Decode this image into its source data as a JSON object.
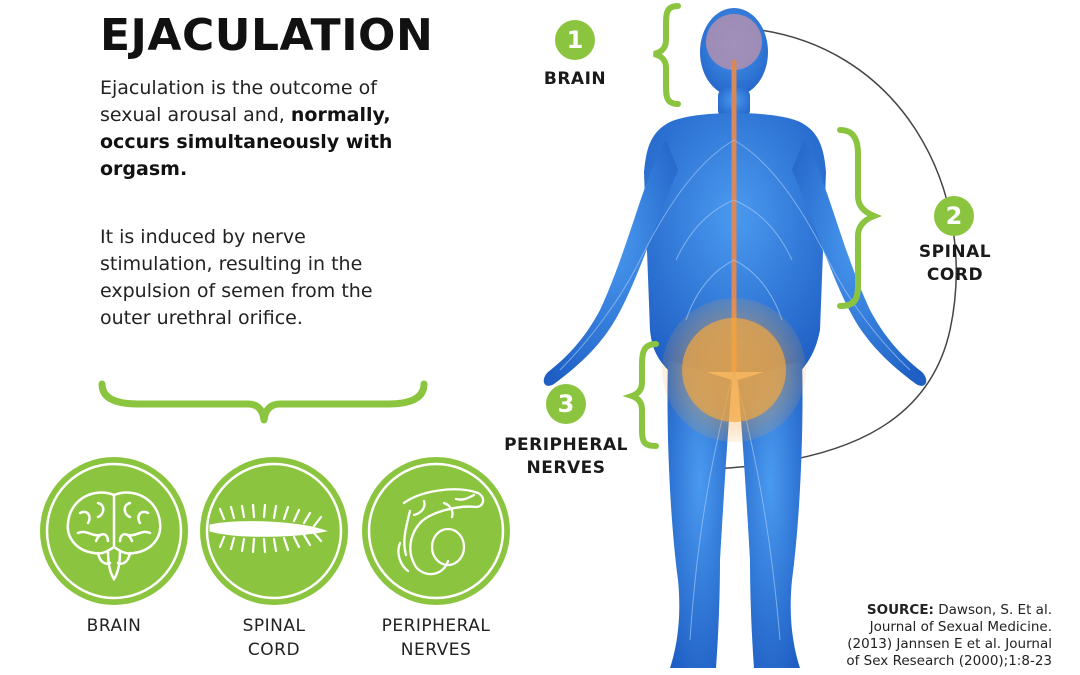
{
  "title": "EJACULATION",
  "intro": {
    "plain": "Ejaculation is the outcome of sexual arousal and,",
    "bold": "normally, occurs simultaneously with orgasm."
  },
  "detail": "It is induced by nerve stimulation, resulting in the expulsion of semen from the outer urethral orifice.",
  "circles": [
    {
      "label_line1": "BRAIN",
      "label_line2": "",
      "icon": "brain-icon"
    },
    {
      "label_line1": "SPINAL",
      "label_line2": "CORD",
      "icon": "spinal-cord-icon"
    },
    {
      "label_line1": "PERIPHERAL",
      "label_line2": "NERVES",
      "icon": "reproductive-organ-icon"
    }
  ],
  "parts": [
    {
      "number": "1",
      "label_line1": "BRAIN",
      "label_line2": ""
    },
    {
      "number": "2",
      "label_line1": "SPINAL",
      "label_line2": "CORD"
    },
    {
      "number": "3",
      "label_line1": "PERIPHERAL",
      "label_line2": "NERVES"
    }
  ],
  "source": {
    "label": "SOURCE:",
    "text": "Dawson, S. Et al. Journal of Sexual Medicine. (2013) Jannsen E et al. Journal of Sex Research (2000);1:8-23"
  },
  "colors": {
    "accent_green": "#8bc53f",
    "body_blue": "#2f7fe0",
    "highlight_orange": "#f2a640",
    "spine_orange": "#d9885a"
  }
}
